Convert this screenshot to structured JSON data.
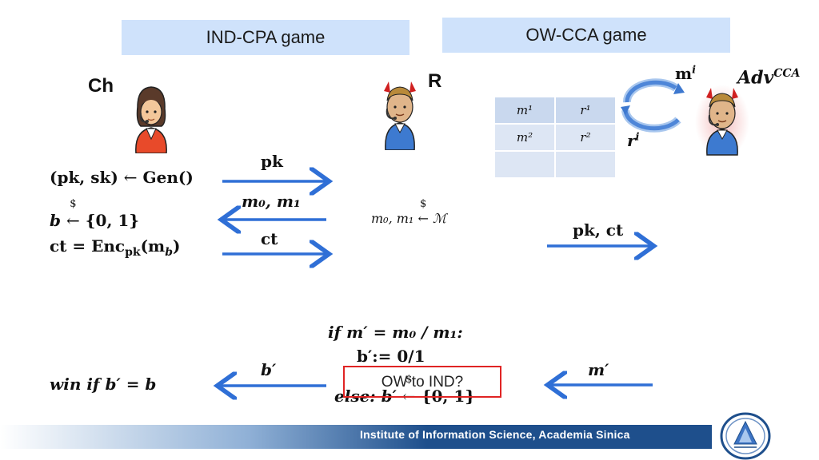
{
  "headers": {
    "ind_cpa": "IND-CPA game",
    "ow_cca": "OW-CCA game"
  },
  "actors": {
    "ch": "Ch",
    "r": "R",
    "adv": "Adv",
    "adv_sup": "CCA"
  },
  "left_steps": {
    "keygen_lhs": "(pk, sk)",
    "keygen_arrow": "←",
    "keygen_rhs": "Gen()",
    "b_var": "b",
    "sample_sym": "$",
    "b_set": "{0, 1}",
    "ct_lhs": "ct = Enc",
    "ct_sub": "pk",
    "ct_arg_open": "(m",
    "ct_arg_sub": "b",
    "ct_arg_close": ")",
    "win": "win if b′ = b"
  },
  "messages": {
    "pk": "pk",
    "m0m1": "m₀, m₁",
    "ct": "ct",
    "pk_ct": "pk, ct",
    "b_prime": "b′",
    "m_prime": "m′",
    "m_i": "m",
    "m_i_sup": "i",
    "r_i": "r",
    "r_i_sup": "i"
  },
  "reduction": {
    "sample_lhs": "m₀, m₁",
    "sample_sym": "$",
    "sample_arrow": "←",
    "sample_rhs": "ℳ",
    "if_line": "if m′ = m₀ / m₁:",
    "assign_line": "b′:= 0/1",
    "else_prefix": "else:",
    "else_var": "b′",
    "else_set": "{0, 1}",
    "else_sym": "$",
    "else_arrow": "←"
  },
  "table": {
    "rows": [
      [
        "m¹",
        "r¹"
      ],
      [
        "m²",
        "r²"
      ],
      [
        "",
        ""
      ]
    ]
  },
  "callout": {
    "text": "OW to IND?"
  },
  "footer": {
    "institution": "Institute of Information Science, Academia Sinica"
  },
  "colors": {
    "arrow": "#2f6fd6",
    "header_bg": "#cfe2fb",
    "callout_border": "#e02424",
    "footer_bg": "#1e4f8c"
  }
}
